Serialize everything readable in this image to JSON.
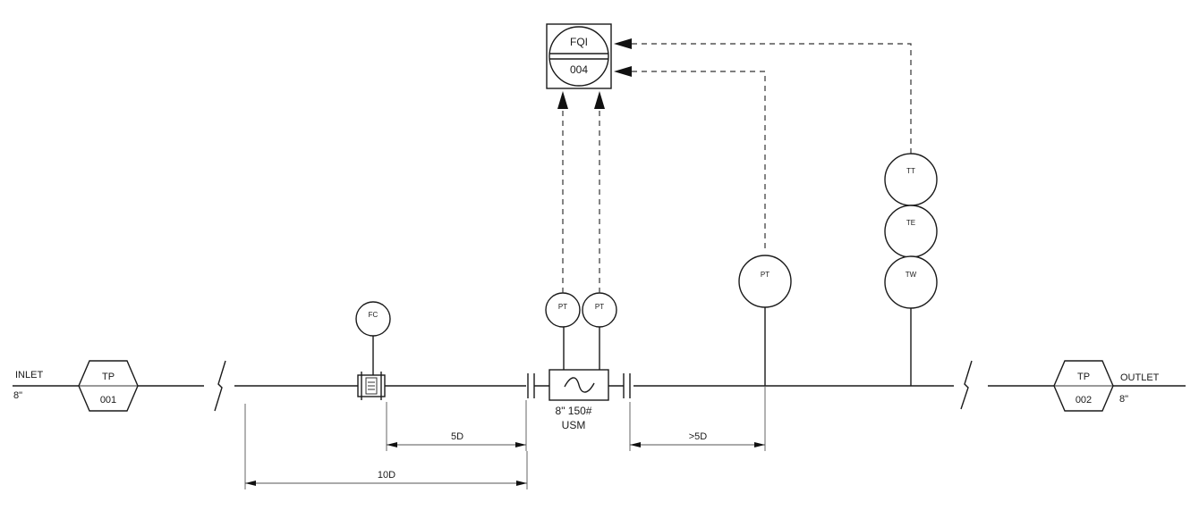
{
  "inlet": {
    "label": "INLET",
    "size": "8\""
  },
  "outlet": {
    "label": "OUTLET",
    "size": "8\""
  },
  "tp_inlet": {
    "tag": "TP",
    "number": "001"
  },
  "tp_outlet": {
    "tag": "TP",
    "number": "002"
  },
  "fc": {
    "tag": "FC"
  },
  "pt_left": {
    "tag": "PT"
  },
  "pt_right": {
    "tag": "PT"
  },
  "pt_main": {
    "tag": "PT"
  },
  "tt": {
    "tag": "TT"
  },
  "te": {
    "tag": "TE"
  },
  "tw": {
    "tag": "TW"
  },
  "fqi": {
    "tag": "FQI",
    "number": "004"
  },
  "meter": {
    "size": "8\" 150#",
    "type": "USM"
  },
  "dims": {
    "d5": "5D",
    "d10": "10D",
    "gt5": ">5D"
  }
}
